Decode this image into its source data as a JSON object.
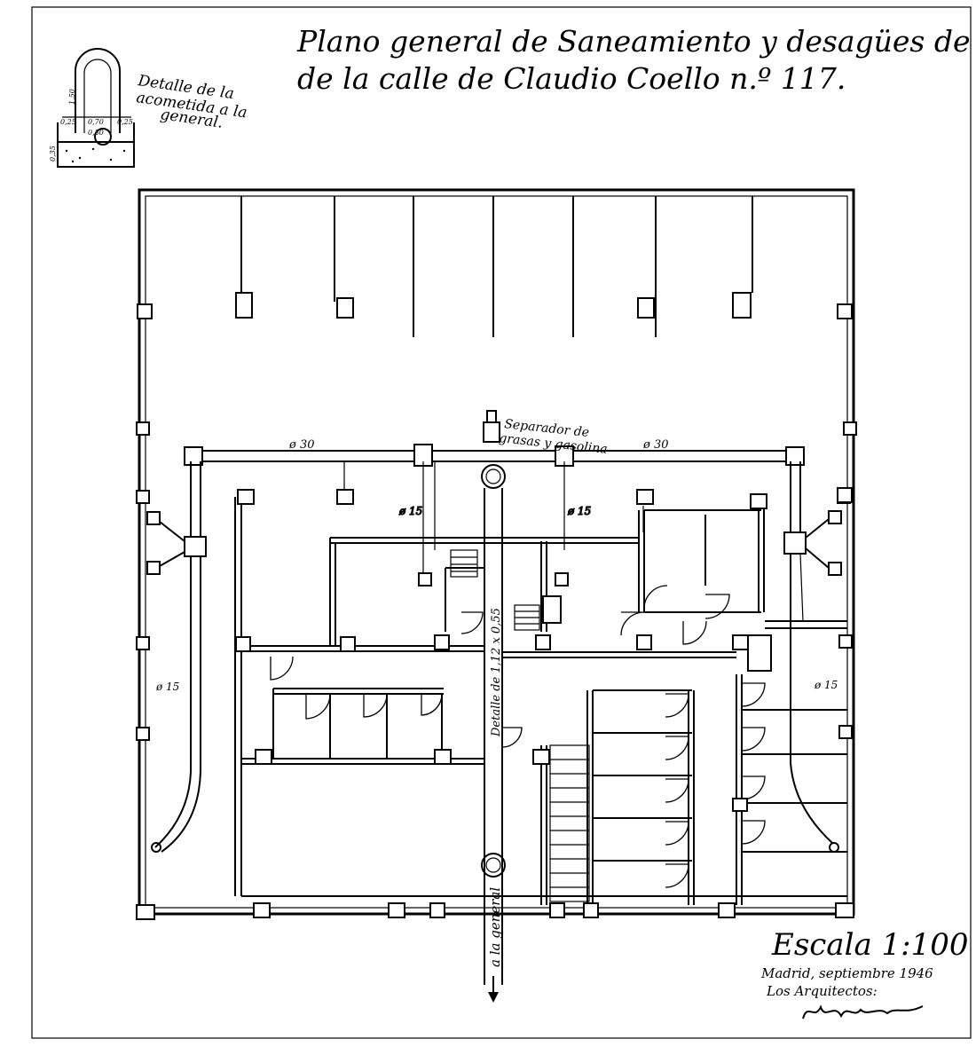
{
  "title": {
    "line1": "Plano general de Saneamiento y desagües de la casa",
    "line2": "de la calle de Claudio Coello n.º 117."
  },
  "detail": {
    "caption_line1": "Detalle de la",
    "caption_line2": "acometida a la",
    "caption_line3": "general.",
    "dim_height": "1,50",
    "dim_left": "0,25",
    "dim_mid": "0,70",
    "dim_right": "0,25",
    "dim_pipe": "0,30",
    "dim_base": "0,35"
  },
  "plan": {
    "pipe_left": "ø 30",
    "pipe_right": "ø 30",
    "separator_line1": "Separador de",
    "separator_line2": "grasas y gasolina",
    "branch_a": "ø 15",
    "branch_b": "ø 15",
    "branch_west": "ø 15",
    "branch_east": "ø 15",
    "channel_label": "Detalle de 1,12 x 0,55",
    "outflow_label": "a la general"
  },
  "footer": {
    "scale": "Escala 1:100",
    "place_date": "Madrid, septiembre 1946",
    "architects": "Los Arquitectos:"
  }
}
